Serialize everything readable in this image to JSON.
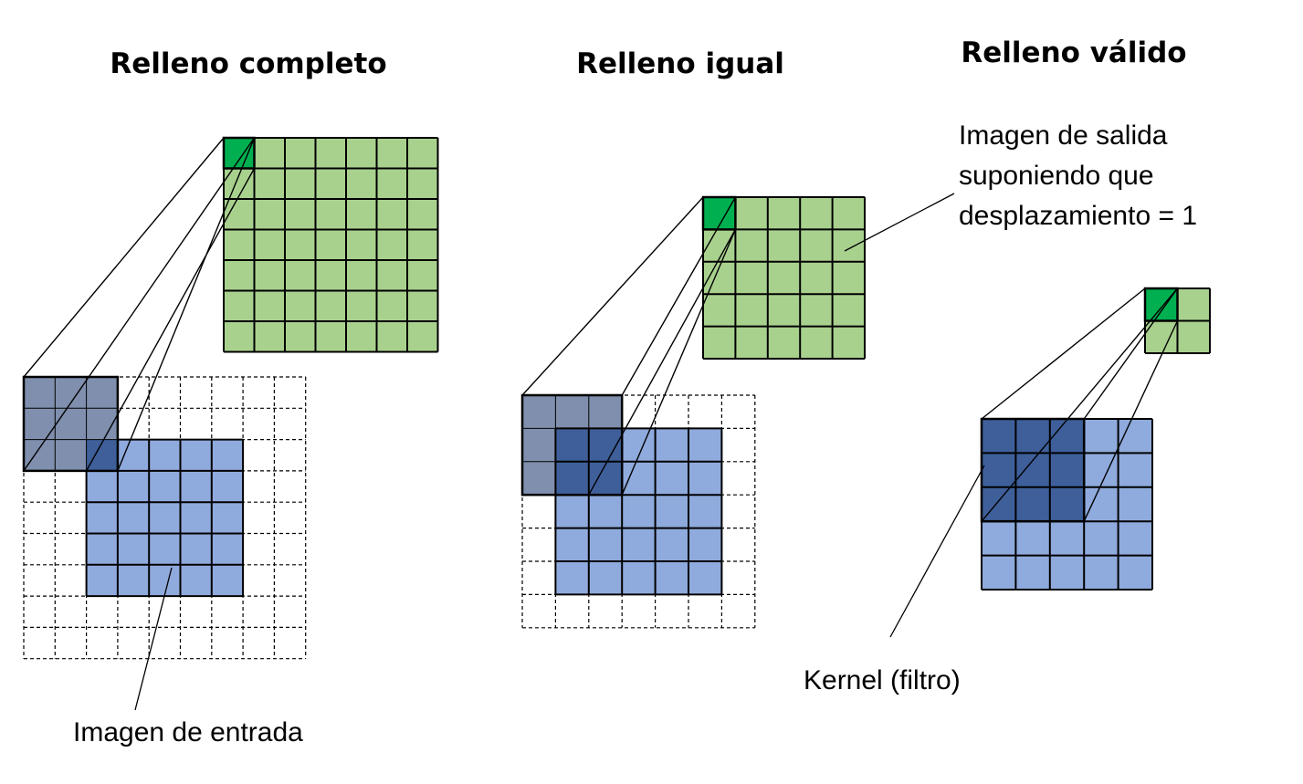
{
  "titles": {
    "full": "Relleno completo",
    "same": "Relleno igual",
    "valid": "Relleno válido"
  },
  "labels": {
    "input": "Imagen de entrada",
    "kernel": "Kernel (filtro)",
    "output_line1": "Imagen de salida",
    "output_line2": "suponiendo que",
    "output_line3": "desplazamiento = 1"
  },
  "colors": {
    "output": "#a9d18e",
    "output_active": "#00b050",
    "input": "#8faadc",
    "kernel_overlap": "#3e5f9a",
    "kernel_padding": "#7f8fad",
    "stroke": "#000000"
  },
  "panels": {
    "full": {
      "input_size": 5,
      "padding": 2,
      "kernel_size": 3,
      "output_size": 7
    },
    "same": {
      "input_size": 5,
      "padding": 1,
      "kernel_size": 3,
      "output_size": 5
    },
    "valid": {
      "input_size": 5,
      "padding": 0,
      "kernel_size": 3,
      "output_size": 2
    }
  }
}
